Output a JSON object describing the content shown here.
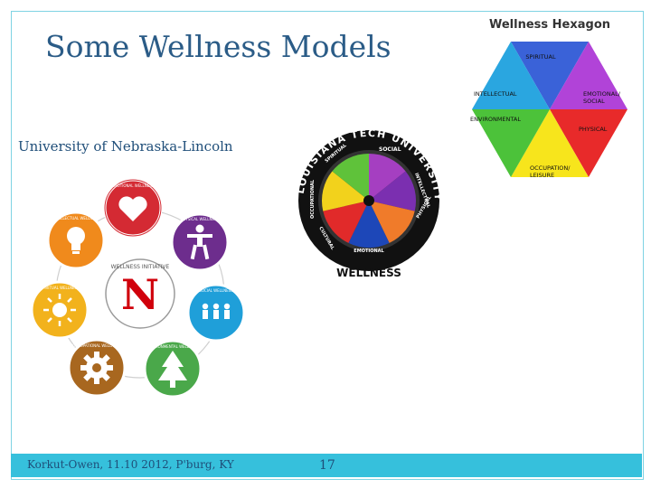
{
  "slide": {
    "title": "Some Wellness Models",
    "subtitle": "University of Nebraska-Lincoln",
    "footer": "Korkut-Owen, 11.10 2012, P'burg, KY",
    "page_number": "17"
  },
  "unl_model": {
    "center_logo_letter": "N",
    "center_ring_text": "WELLNESS INITIATIVE",
    "dimensions": [
      {
        "label": "EMOTIONAL WELLNESS",
        "color": "#d42a33",
        "icon": "heart-icon"
      },
      {
        "label": "PHYSICAL WELLNESS",
        "color": "#6d2d8d",
        "icon": "person-icon"
      },
      {
        "label": "SOCIAL WELLNESS",
        "color": "#1f9fd9",
        "icon": "people-icon"
      },
      {
        "label": "ENVIRONMENTAL WELLNESS",
        "color": "#4aa84a",
        "icon": "tree-icon"
      },
      {
        "label": "OCCUPATIONAL WELLNESS",
        "color": "#a8671f",
        "icon": "gear-icon"
      },
      {
        "label": "SPIRITUAL WELLNESS",
        "color": "#f2b21c",
        "icon": "sun-icon"
      },
      {
        "label": "INTELLECTUAL WELLNESS",
        "color": "#f08a1c",
        "icon": "lightbulb-icon"
      }
    ]
  },
  "latech_model": {
    "ring_top": "LOUISIANA TECH UNIVERSITY",
    "ring_bottom": "WELLNESS",
    "slices": [
      {
        "label": "SOCIAL",
        "color": "#a53fc1"
      },
      {
        "label": "INTELLECTUAL",
        "color": "#7b2fb0"
      },
      {
        "label": "PHYSICAL",
        "color": "#f07b2a"
      },
      {
        "label": "EMOTIONAL",
        "color": "#1d47b8"
      },
      {
        "label": "CULTURAL",
        "color": "#e12a2a"
      },
      {
        "label": "OCCUPATIONAL",
        "color": "#f2d21c"
      },
      {
        "label": "SPIRITUAL",
        "color": "#5fc23a"
      }
    ]
  },
  "hexagon_model": {
    "title": "Wellness Hexagon",
    "segments": [
      {
        "label": "SPIRITUAL",
        "color": "#3a62d8"
      },
      {
        "label": "EMOTIONAL/ SOCIAL",
        "color": "#b143d8"
      },
      {
        "label": "PHYSICAL",
        "color": "#e82a2a"
      },
      {
        "label": "OCCUPATION/ LEISURE",
        "color": "#f7e51c"
      },
      {
        "label": "ENVIRONMENTAL",
        "color": "#4cc23a"
      },
      {
        "label": "INTELLECTUAL",
        "color": "#2aa6e0"
      }
    ]
  }
}
